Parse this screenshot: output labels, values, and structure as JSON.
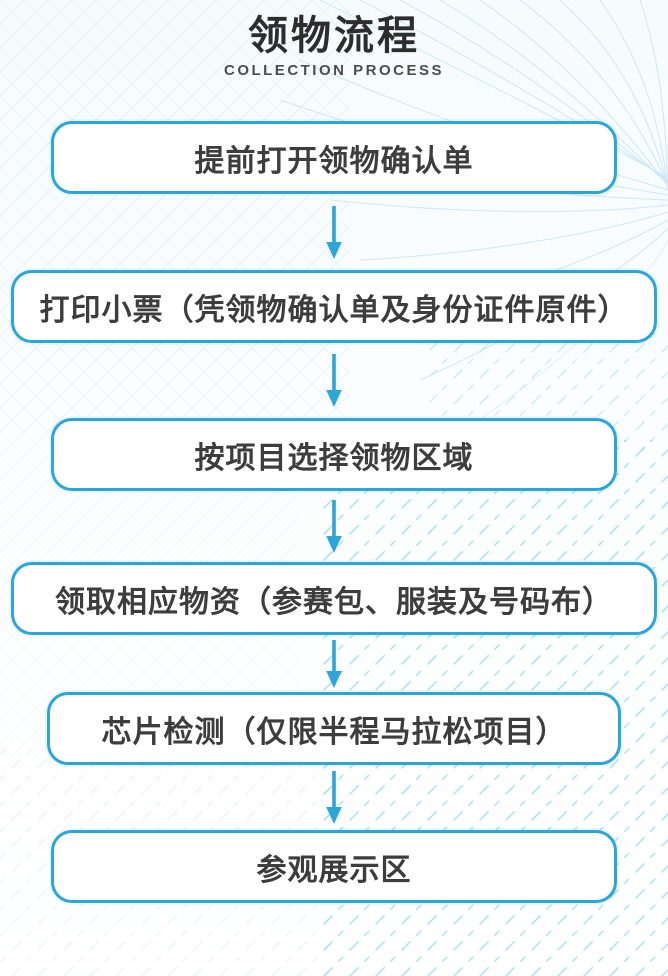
{
  "page": {
    "title": "领物流程",
    "subtitle": "COLLECTION PROCESS"
  },
  "steps": [
    {
      "label": "提前打开领物确认单"
    },
    {
      "label": "打印小票（凭领物确认单及身份证件原件）"
    },
    {
      "label": "按项目选择领物区域"
    },
    {
      "label": "领取相应物资（参赛包、服装及号码布）"
    },
    {
      "label": "芯片检测（仅限半程马拉松项目）"
    },
    {
      "label": "参观展示区"
    }
  ],
  "icons": {
    "connector": "arrow-down-icon"
  },
  "colors": {
    "accent": "#2ca6d8",
    "step_border": "#2ca6d8",
    "arrow": "#2ca6d8",
    "title_text": "#2d2d2d",
    "subtitle_text": "#4c4c4c",
    "step_text": "#3d3d3d",
    "pattern_dash": "#7fd2e8",
    "pattern_mesh": "#c9e6f3"
  }
}
